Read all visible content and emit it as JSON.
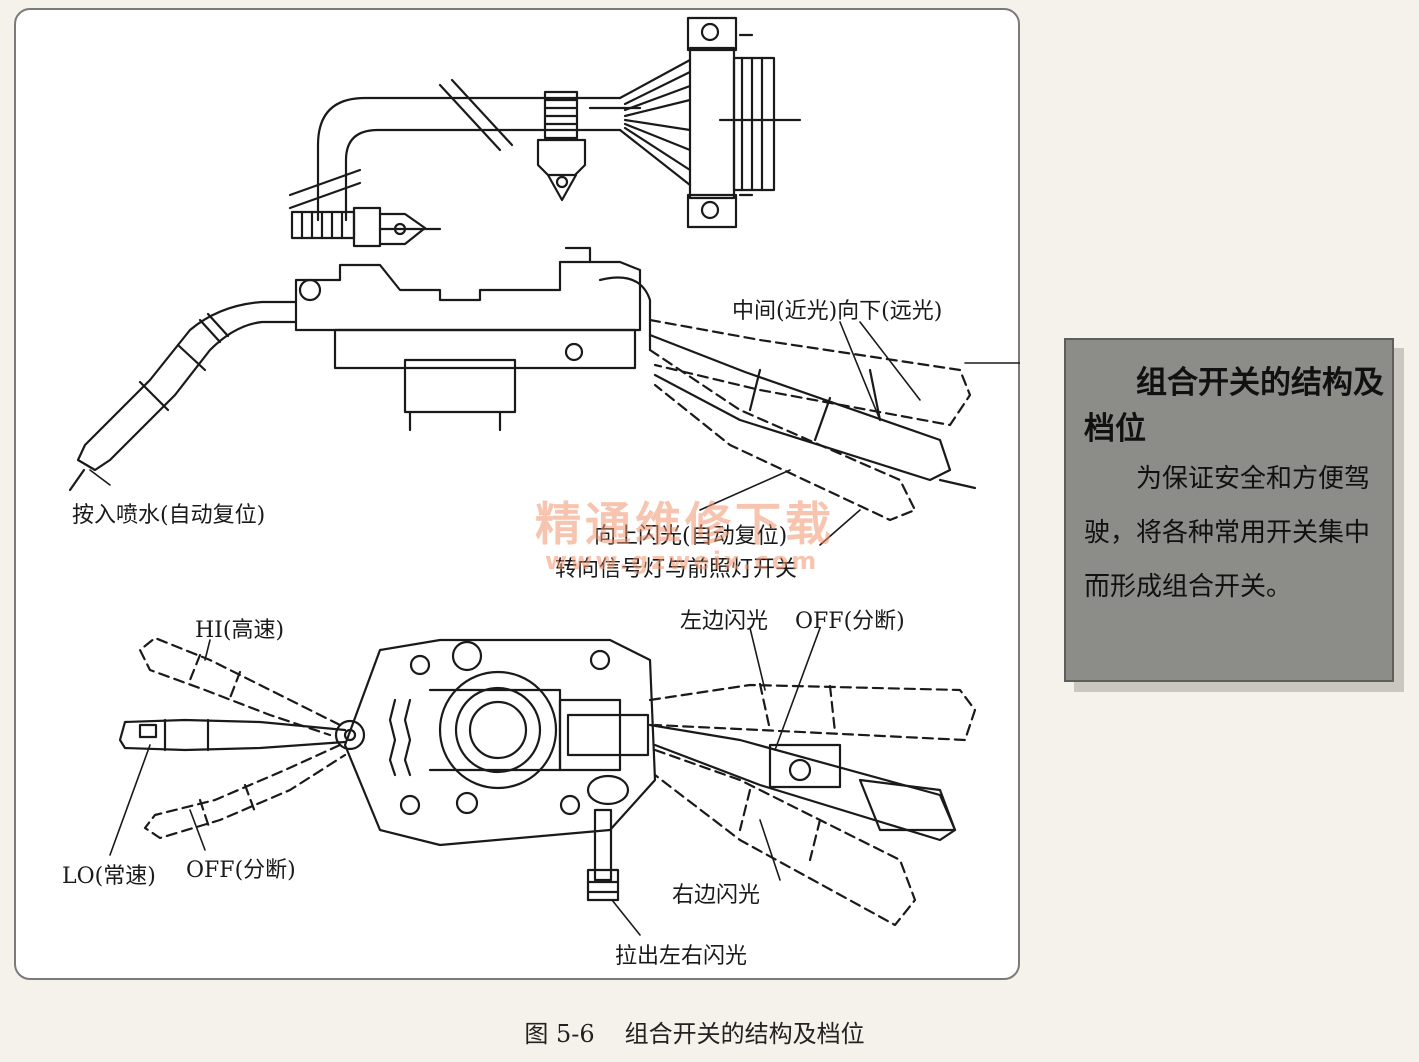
{
  "labels": {
    "washer": "按入喷水(自动复位)",
    "beam": "中间(近光)向下(远光)",
    "flash_up": "向上闪光(自动复位)",
    "turn_signal_switch": "转向信号灯与前照灯开关",
    "hi": "HI(高速)",
    "lo": "LO(常速)",
    "off_left": "OFF(分断)",
    "left_flash": "左边闪光",
    "off_right": "OFF(分断)",
    "right_flash": "右边闪光",
    "pull_flash": "拉出左右闪光"
  },
  "watermark": {
    "cn": "精通维修下载",
    "url": "www.gzweix.com"
  },
  "note": {
    "title": "组合开关的结构及档位",
    "body": "为保证安全和方便驾驶，将各种常用开关集中而形成组合开关。"
  },
  "caption": {
    "number": "图 5-6",
    "title": "组合开关的结构及档位"
  }
}
